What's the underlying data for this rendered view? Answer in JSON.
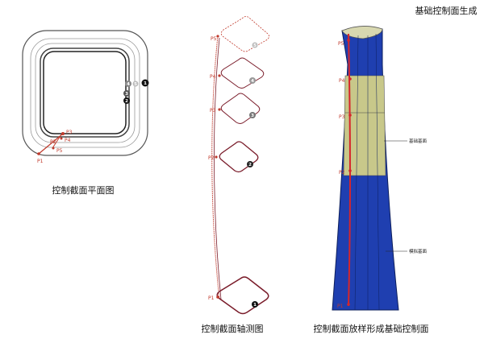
{
  "title": "基础控制面生成",
  "captions": {
    "plan": "控制截面平面图",
    "axis": "控制截面轴测图",
    "loft": "控制截面放样形成基础控制面"
  },
  "plan_labels": {
    "p1": "P1",
    "p2": "P2",
    "p3": "P3",
    "p4": "P4",
    "p5": "P5"
  },
  "plan_markers": [
    "1",
    "2",
    "3",
    "4",
    "5"
  ],
  "axis_labels": {
    "p1": "P1",
    "p2": "P2",
    "p3": "P3",
    "p4": "P4",
    "p5": "P5"
  },
  "axis_markers": [
    "1",
    "2",
    "3",
    "4",
    "5"
  ],
  "loft_labels": {
    "p1": "P1",
    "p2": "P2",
    "p3": "P3",
    "p4": "P4",
    "p5": "P5"
  },
  "loft_annotations": {
    "upper": "基础基面",
    "lower": "模拟基面"
  },
  "colors": {
    "section": "#7a1c2a",
    "guide": "#c0392b",
    "tower_blue": "#1f3fb0",
    "tower_band": "#c8c88a",
    "marker": "#111111"
  }
}
